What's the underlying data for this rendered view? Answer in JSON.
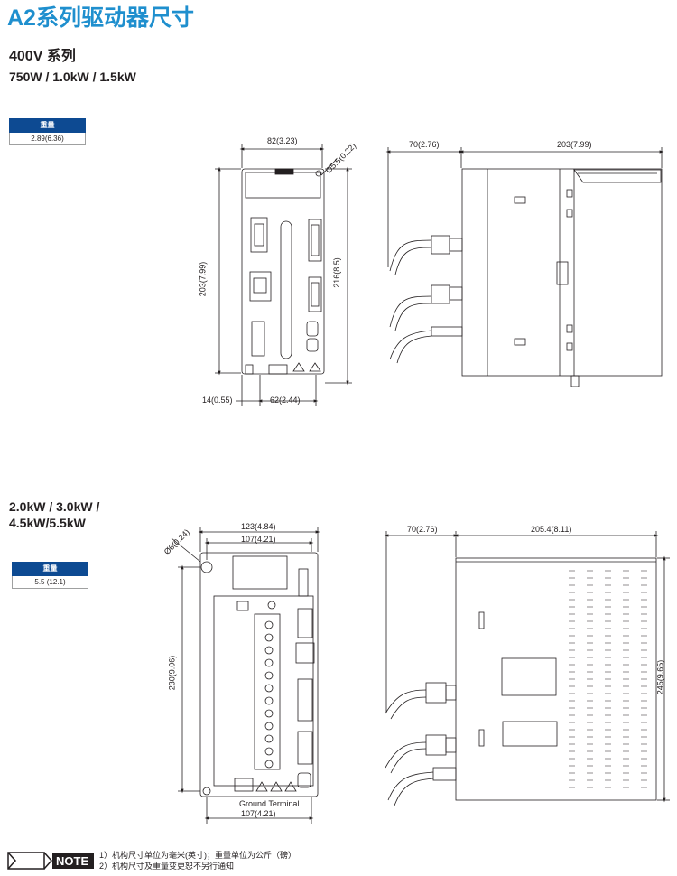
{
  "title": "A2系列驱动器尺寸",
  "series_label": "400V 系列",
  "group1": {
    "power": "750W / 1.0kW / 1.5kW",
    "weight_header": "重量",
    "weight_value": "2.89(6.36)",
    "dims": {
      "width": "82(3.23)",
      "hole": "Ø5.5(0.22)",
      "height": "203(7.99)",
      "overall": "216(8.5)",
      "offset": "14(0.55)",
      "pitch": "62(2.44)",
      "side_front": "70(2.76)",
      "depth": "203(7.99)"
    }
  },
  "group2": {
    "power_line1": "2.0kW / 3.0kW /",
    "power_line2": "4.5kW/5.5kW",
    "weight_header": "重量",
    "weight_value": "5.5 (12.1)",
    "dims": {
      "hole": "Ø6(0.24)",
      "width": "123(4.84)",
      "pitch_top": "107(4.21)",
      "height": "230(9.06)",
      "pitch_bottom": "107(4.21)",
      "side_front": "70(2.76)",
      "depth": "205.4(8.11)",
      "overall": "245(9.65)"
    },
    "ground_terminal": "Ground Terminal"
  },
  "note": {
    "badge": "NOTE",
    "line1": "1）机构尺寸单位为毫米(英寸)；重量单位为公斤（磅）",
    "line2": "2）机构尺寸及重量变更恕不另行通知"
  },
  "colors": {
    "title": "#1f8fce",
    "table_header": "#0d4a92"
  }
}
